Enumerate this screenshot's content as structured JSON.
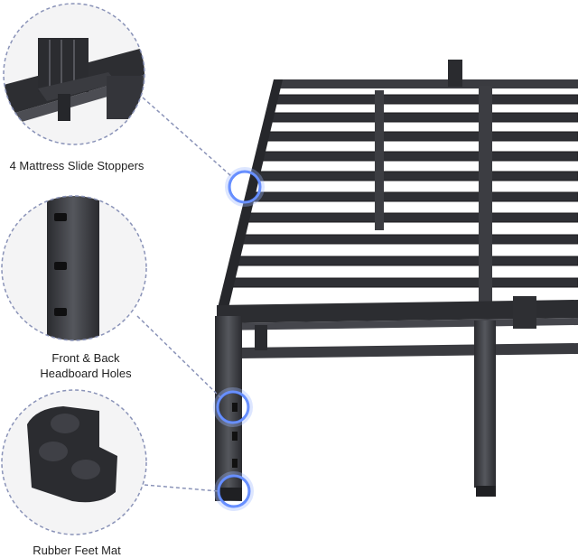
{
  "callouts": [
    {
      "label": "4 Mattress Slide Stoppers"
    },
    {
      "label_line1": "Front & Back",
      "label_line2": "Headboard Holes"
    },
    {
      "label": "Rubber Feet Mat"
    }
  ],
  "colors": {
    "frame": "#2e2f33",
    "frame_light": "#4a4c52",
    "circle_border": "#8a93b8",
    "highlight": "#4d7cff"
  }
}
